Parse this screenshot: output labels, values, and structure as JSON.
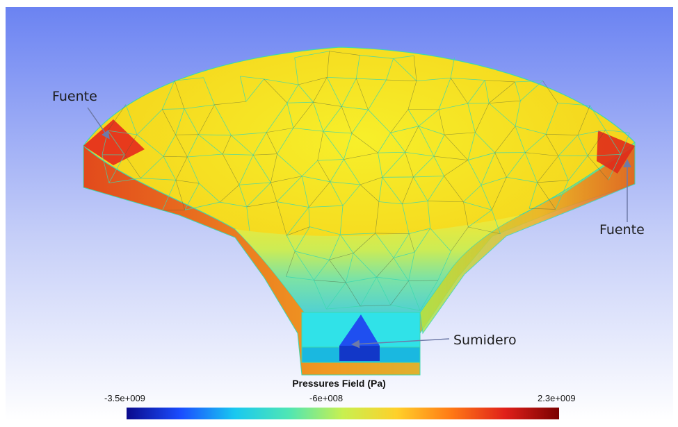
{
  "annotations": {
    "source_left": "Fuente",
    "source_right": "Fuente",
    "sink": "Sumidero"
  },
  "legend": {
    "title": "Pressures Field (Pa)",
    "min_label": "-3.5e+009",
    "mid_label": "-6e+008",
    "max_label": "2.3e+009",
    "min_value": -3500000000.0,
    "max_value": 2300000000.0,
    "colormap": [
      "#0a0a8c",
      "#1a4dff",
      "#19c8f0",
      "#4fe6b4",
      "#c8f050",
      "#ffd02a",
      "#ff7a15",
      "#e0201a",
      "#7a0000"
    ]
  },
  "colors": {
    "background_top": "#6b83f2",
    "background_bottom": "#ffffff",
    "mesh_edge": "#3cd8b0",
    "arrow": "#6e7aa8"
  }
}
